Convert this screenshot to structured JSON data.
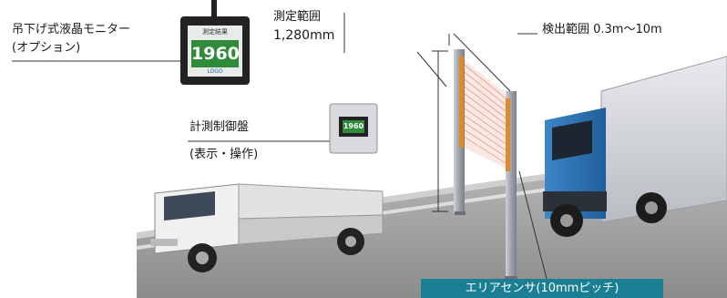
{
  "labels": {
    "monitor_line1": "吊下げ式液晶モニター",
    "monitor_line2": "(オプション)",
    "range_line1": "測定範囲",
    "range_line2": "1,280mm",
    "detect_range": "検出範囲 0.3m〜10m",
    "panel_line1": "計測制御盤",
    "panel_line2": "(表示・操作)",
    "sensor_caption": "エリアセンサ(10mmピッチ)"
  },
  "displays": {
    "monitor_value": "1960",
    "panel_value": "1960",
    "monitor_header": "測定結果",
    "monitor_footer": "LOGO"
  },
  "colors": {
    "lcd_green": "#2f8a3a",
    "caption_bg": "#1a7f92",
    "truck_cab_blue": "#2a6fb0",
    "road": "#9a9a9a"
  }
}
